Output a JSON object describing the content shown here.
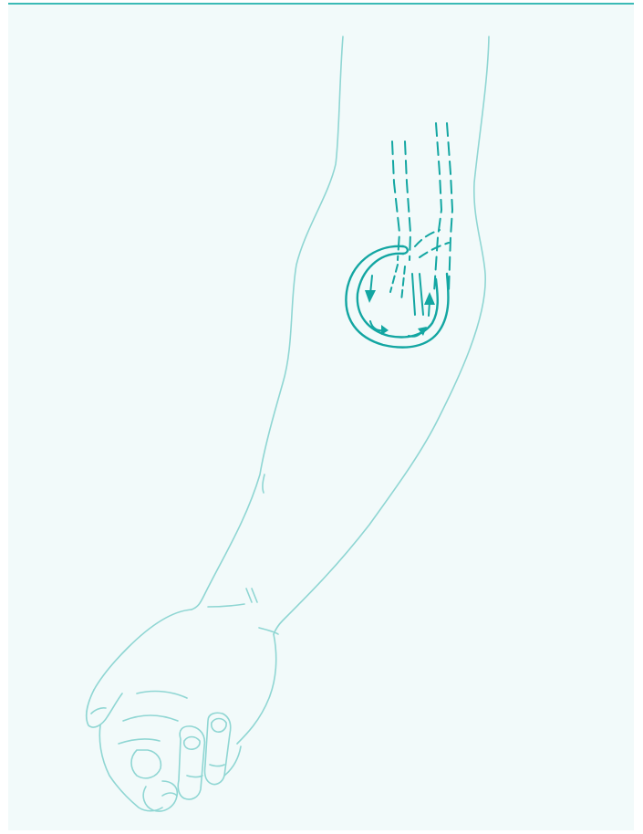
{
  "colors": {
    "background": "#f2fafa",
    "outline": "#8fd6d3",
    "accent": "#13a6a2",
    "border_top": "#3bbab6"
  },
  "illustration": {
    "subject": "",
    "elements": [
      "arm-outline",
      "hand-outline",
      "elbow-crease-lines",
      "vessel-dashed-lines",
      "loop-graft",
      "flow-arrows"
    ]
  }
}
